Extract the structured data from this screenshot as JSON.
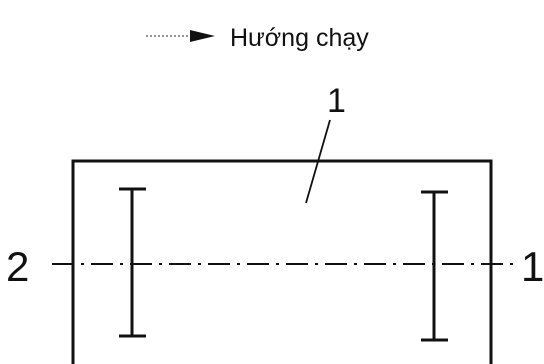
{
  "legend": {
    "direction_label": "Hướng chạy"
  },
  "labels": {
    "top_label": "1",
    "left_label": "2",
    "right_label": "1"
  },
  "colors": {
    "ink": "#111111",
    "background": "#ffffff"
  }
}
